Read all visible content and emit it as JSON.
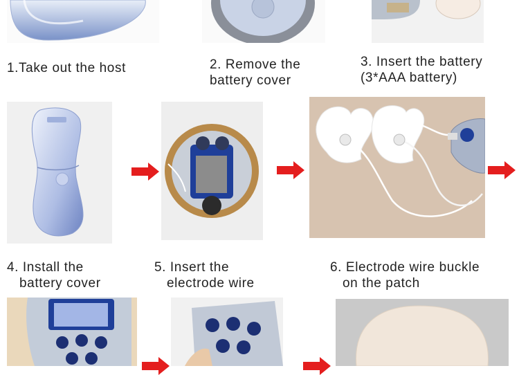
{
  "steps": [
    {
      "id": 1,
      "line1": "1.Take out the host",
      "line2": ""
    },
    {
      "id": 2,
      "line1": "2. Remove the",
      "line2": "battery cover"
    },
    {
      "id": 3,
      "line1": "3. Insert the battery",
      "line2": "(3*AAA battery)"
    },
    {
      "id": 4,
      "line1": "4. Install the",
      "line2": "battery cover"
    },
    {
      "id": 5,
      "line1": "5. Insert the",
      "line2": "electrode wire"
    },
    {
      "id": 6,
      "line1": "6. Electrode wire buckle",
      "line2": "on the patch"
    }
  ],
  "arrow_color": "#e41e1e",
  "icons": [
    "arrow-right-icon"
  ]
}
